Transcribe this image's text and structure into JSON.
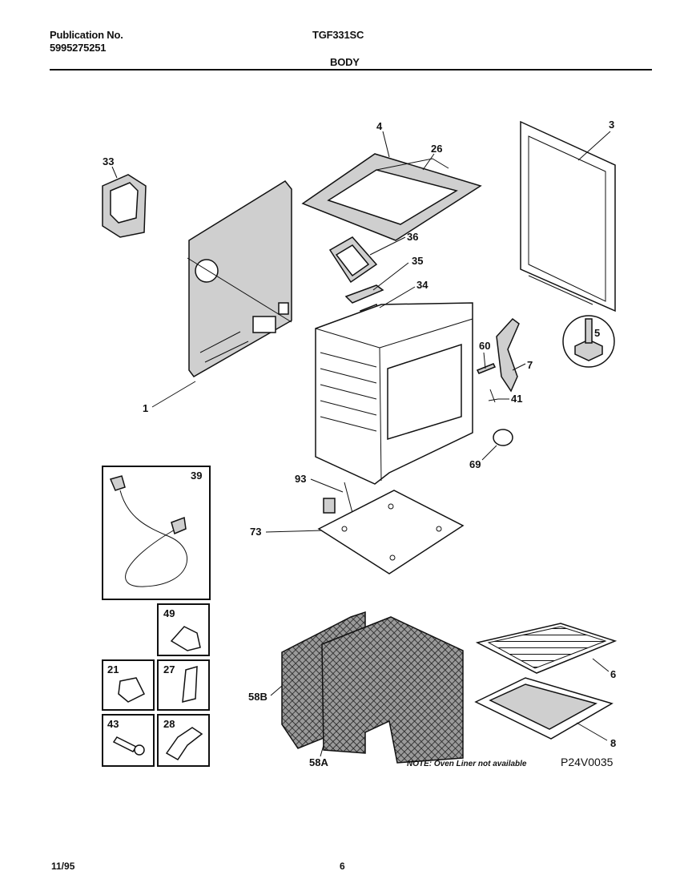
{
  "header": {
    "publication_label": "Publication No.",
    "publication_number": "5995275251",
    "model": "TGF331SC",
    "section": "BODY"
  },
  "footer": {
    "date": "11/95",
    "page": "6"
  },
  "diagram": {
    "code": "P24V0035",
    "note": "NOTE: Oven Liner not available",
    "callouts": [
      "1",
      "3",
      "4",
      "5",
      "6",
      "7",
      "8",
      "21",
      "26",
      "27",
      "28",
      "33",
      "34",
      "35",
      "36",
      "39",
      "41",
      "43",
      "49",
      "58A",
      "58B",
      "60",
      "69",
      "73",
      "93"
    ]
  }
}
